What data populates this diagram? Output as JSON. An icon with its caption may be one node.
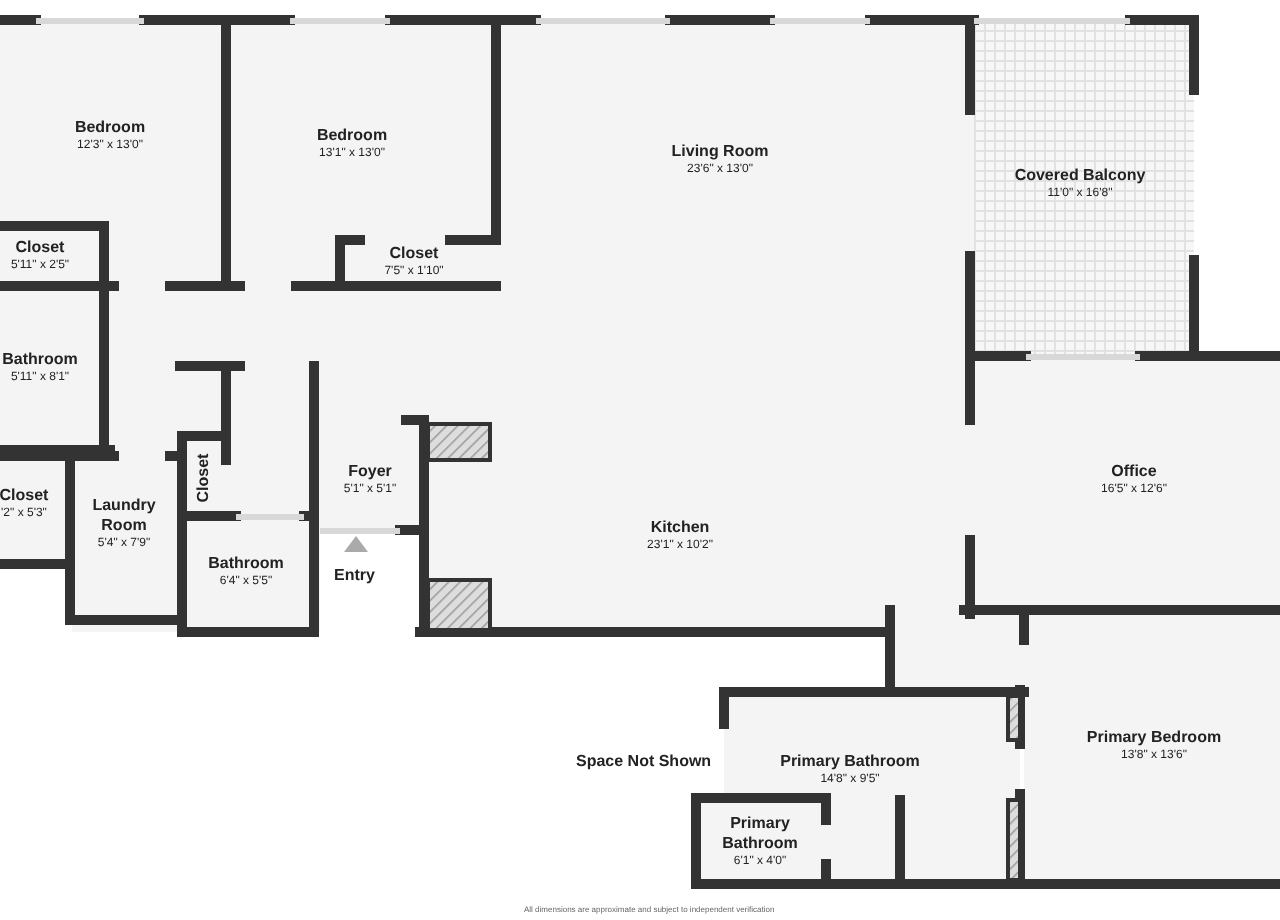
{
  "diagram": {
    "nodes": [
      {
        "text": [
          "Bedroom",
          "12'3\" x 13'0\""
        ]
      },
      {
        "text": [
          "Bedroom",
          "13'1\" x 13'0\""
        ]
      },
      {
        "text": [
          "Living Room",
          "23'6\" x 13'0\""
        ]
      },
      {
        "text": [
          "Covered Balcony",
          "11'0\" x 16'8\""
        ]
      },
      {
        "text": [
          "Closet",
          "5'11\" x 2'5\""
        ]
      },
      {
        "text": [
          "Closet",
          "7'5\" x 1'10\""
        ]
      },
      {
        "text": [
          "Bathroom",
          "5'11\" x 8'1\""
        ]
      },
      {
        "text": [
          "Office",
          "16'5\" x 12'6\""
        ]
      },
      {
        "text": [
          "Foyer",
          "5'1\" x 5'1\""
        ]
      },
      {
        "text": [
          "Closet"
        ]
      },
      {
        "text": [
          "Closet",
          "'2\" x 5'3\""
        ]
      },
      {
        "text": [
          "Laundry Room",
          "5'4\" x 7'9\""
        ]
      },
      {
        "text": [
          "Kitchen",
          "23'1\" x 10'2\""
        ]
      },
      {
        "text": [
          "Bathroom",
          "6'4\" x 5'5\""
        ]
      },
      {
        "text": [
          "Primary Bathroom",
          "14'8\" x 9'5\""
        ]
      },
      {
        "text": [
          "Primary Bedroom",
          "13'8\" x 13'6\""
        ]
      },
      {
        "text": [
          "Primary Bathroom",
          "6'1\" x 4'0\""
        ]
      }
    ],
    "labels": [
      "Entry",
      "Space Not Shown",
      "All dimensions are approximate and subject to independent verification"
    ]
  }
}
